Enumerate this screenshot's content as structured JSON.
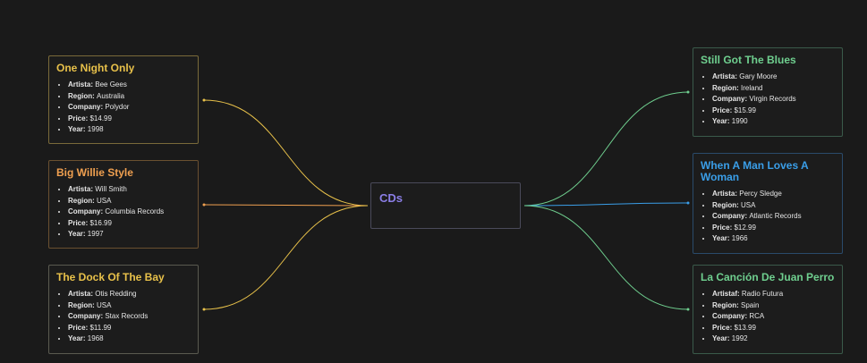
{
  "center": {
    "label": "CDs",
    "color": "#8b7ee6"
  },
  "cards": [
    {
      "title": "One Night Only",
      "color": "#e8c14a",
      "border": "#7a6a3a",
      "fields": [
        {
          "key": "Artista",
          "value": "Bee Gees"
        },
        {
          "key": "Region",
          "value": "Australia"
        },
        {
          "key": "Company",
          "value": "Polydor"
        },
        {
          "key": "Price",
          "value": "$14.99"
        },
        {
          "key": "Year",
          "value": "1998"
        }
      ]
    },
    {
      "title": "Big Willie Style",
      "color": "#f0a050",
      "border": "#6a5030",
      "fields": [
        {
          "key": "Artista",
          "value": "Will Smith"
        },
        {
          "key": "Region",
          "value": "USA"
        },
        {
          "key": "Company",
          "value": "Columbia Records"
        },
        {
          "key": "Price",
          "value": "$16.99"
        },
        {
          "key": "Year",
          "value": "1997"
        }
      ]
    },
    {
      "title": "The Dock Of The Bay",
      "color": "#e8c14a",
      "border": "#5a5a50",
      "fields": [
        {
          "key": "Artista",
          "value": "Otis Redding"
        },
        {
          "key": "Region",
          "value": "USA"
        },
        {
          "key": "Company",
          "value": "Stax Records"
        },
        {
          "key": "Price",
          "value": "$11.99"
        },
        {
          "key": "Year",
          "value": "1968"
        }
      ]
    },
    {
      "title": "Still Got The Blues",
      "color": "#6fcf8f",
      "border": "#3a5a4a",
      "fields": [
        {
          "key": "Artista",
          "value": "Gary Moore"
        },
        {
          "key": "Region",
          "value": "Ireland"
        },
        {
          "key": "Company",
          "value": "Virgin Records"
        },
        {
          "key": "Price",
          "value": "$15.99"
        },
        {
          "key": "Year",
          "value": "1990"
        }
      ]
    },
    {
      "title": "When A Man Loves A Woman",
      "color": "#3a9ee8",
      "border": "#2a4a6a",
      "fields": [
        {
          "key": "Artista",
          "value": "Percy Sledge"
        },
        {
          "key": "Region",
          "value": "USA"
        },
        {
          "key": "Company",
          "value": "Atlantic Records"
        },
        {
          "key": "Price",
          "value": "$12.99"
        },
        {
          "key": "Year",
          "value": "1966"
        }
      ]
    },
    {
      "title": "La Canción De Juan Perro",
      "color": "#6fcf8f",
      "border": "#3a5a4a",
      "fields": [
        {
          "key": "Artistaf",
          "value": "Radio Futura"
        },
        {
          "key": "Region",
          "value": "Spain"
        },
        {
          "key": "Company",
          "value": "RCA"
        },
        {
          "key": "Price",
          "value": "$13.99"
        },
        {
          "key": "Year",
          "value": "1992"
        }
      ]
    }
  ]
}
